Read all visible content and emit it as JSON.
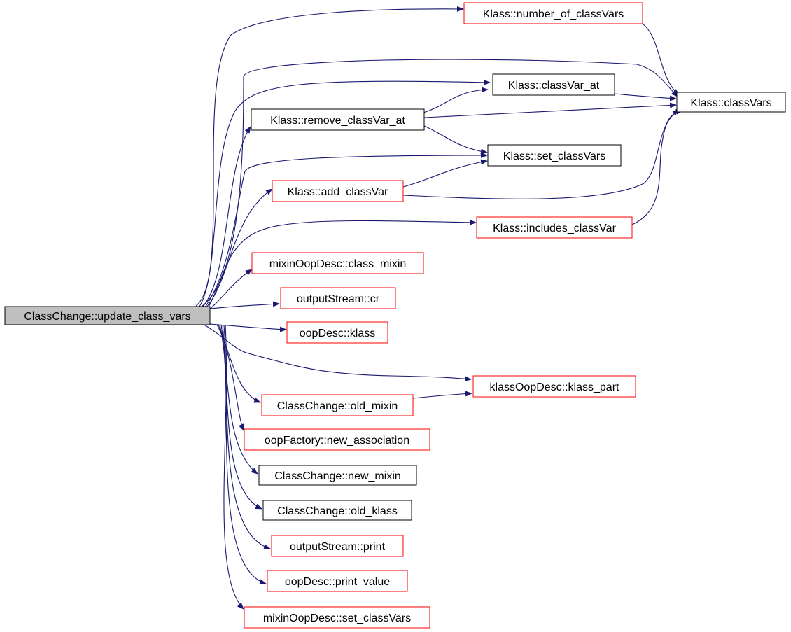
{
  "graph": {
    "root": {
      "id": "root",
      "label": "ClassChange::update_class_vars",
      "style": "root"
    },
    "nodes": [
      {
        "id": "num_cv",
        "label": "Klass::number_of_classVars",
        "style": "red"
      },
      {
        "id": "cv_at",
        "label": "Klass::classVar_at",
        "style": "black"
      },
      {
        "id": "cvs",
        "label": "Klass::classVars",
        "style": "black"
      },
      {
        "id": "rm_cv",
        "label": "Klass::remove_classVar_at",
        "style": "black"
      },
      {
        "id": "set_cvs",
        "label": "Klass::set_classVars",
        "style": "black"
      },
      {
        "id": "add_cv",
        "label": "Klass::add_classVar",
        "style": "red"
      },
      {
        "id": "inc_cv",
        "label": "Klass::includes_classVar",
        "style": "red"
      },
      {
        "id": "class_mixin",
        "label": "mixinOopDesc::class_mixin",
        "style": "red"
      },
      {
        "id": "cr",
        "label": "outputStream::cr",
        "style": "red"
      },
      {
        "id": "klass",
        "label": "oopDesc::klass",
        "style": "red"
      },
      {
        "id": "kpart",
        "label": "klassOopDesc::klass_part",
        "style": "red"
      },
      {
        "id": "old_mixin",
        "label": "ClassChange::old_mixin",
        "style": "red"
      },
      {
        "id": "new_assoc",
        "label": "oopFactory::new_association",
        "style": "red"
      },
      {
        "id": "new_mixin",
        "label": "ClassChange::new_mixin",
        "style": "black"
      },
      {
        "id": "old_klass",
        "label": "ClassChange::old_klass",
        "style": "black"
      },
      {
        "id": "print",
        "label": "outputStream::print",
        "style": "red"
      },
      {
        "id": "print_value",
        "label": "oopDesc::print_value",
        "style": "red"
      },
      {
        "id": "mx_set_cvs",
        "label": "mixinOopDesc::set_classVars",
        "style": "red"
      }
    ],
    "edges": [
      [
        "root",
        "num_cv"
      ],
      [
        "root",
        "cvs"
      ],
      [
        "root",
        "cv_at"
      ],
      [
        "root",
        "rm_cv"
      ],
      [
        "root",
        "set_cvs"
      ],
      [
        "root",
        "add_cv"
      ],
      [
        "root",
        "inc_cv"
      ],
      [
        "root",
        "class_mixin"
      ],
      [
        "root",
        "cr"
      ],
      [
        "root",
        "klass"
      ],
      [
        "root",
        "kpart"
      ],
      [
        "root",
        "old_mixin"
      ],
      [
        "root",
        "new_assoc"
      ],
      [
        "root",
        "new_mixin"
      ],
      [
        "root",
        "old_klass"
      ],
      [
        "root",
        "print"
      ],
      [
        "root",
        "print_value"
      ],
      [
        "root",
        "mx_set_cvs"
      ],
      [
        "num_cv",
        "cvs"
      ],
      [
        "cv_at",
        "cvs"
      ],
      [
        "rm_cv",
        "cv_at"
      ],
      [
        "rm_cv",
        "cvs"
      ],
      [
        "rm_cv",
        "set_cvs"
      ],
      [
        "add_cv",
        "set_cvs"
      ],
      [
        "add_cv",
        "cvs"
      ],
      [
        "inc_cv",
        "cvs"
      ],
      [
        "old_mixin",
        "kpart"
      ]
    ],
    "colors": {
      "edge": "#191970",
      "root_fill": "#bfbfbf",
      "red_border": "#ff0000",
      "black_border": "#000000",
      "text": "#000000"
    }
  }
}
